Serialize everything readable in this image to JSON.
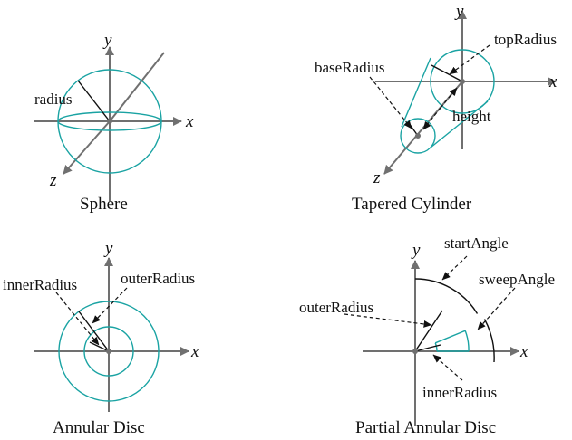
{
  "colors": {
    "shape": "#1aa3a3",
    "axis": "#707070",
    "ink": "#111111"
  },
  "panels": {
    "sphere": {
      "caption": "Sphere",
      "x": "x",
      "y": "y",
      "z": "z",
      "radius": "radius"
    },
    "tapered": {
      "caption": "Tapered Cylinder",
      "x": "x",
      "y": "y",
      "z": "z",
      "topRadius": "topRadius",
      "baseRadius": "baseRadius",
      "height": "height"
    },
    "annular": {
      "caption": "Annular Disc",
      "x": "x",
      "y": "y",
      "innerRadius": "innerRadius",
      "outerRadius": "outerRadius"
    },
    "partial": {
      "caption": "Partial Annular Disc",
      "x": "x",
      "y": "y",
      "startAngle": "startAngle",
      "sweepAngle": "sweepAngle",
      "outerRadius": "outerRadius",
      "innerRadius": "innerRadius"
    }
  }
}
